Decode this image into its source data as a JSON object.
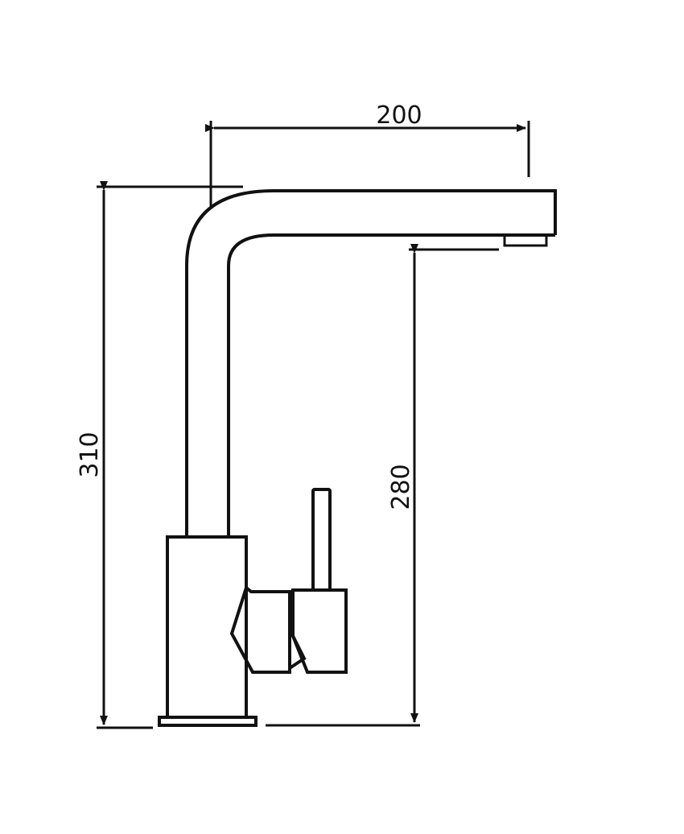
{
  "diagram": {
    "subject": "kitchen-faucet-dimension-drawing",
    "colors": {
      "line": "#111111",
      "background": "#ffffff"
    },
    "dimensions": {
      "spout_reach": "200",
      "total_height": "310",
      "spout_height": "280"
    }
  }
}
